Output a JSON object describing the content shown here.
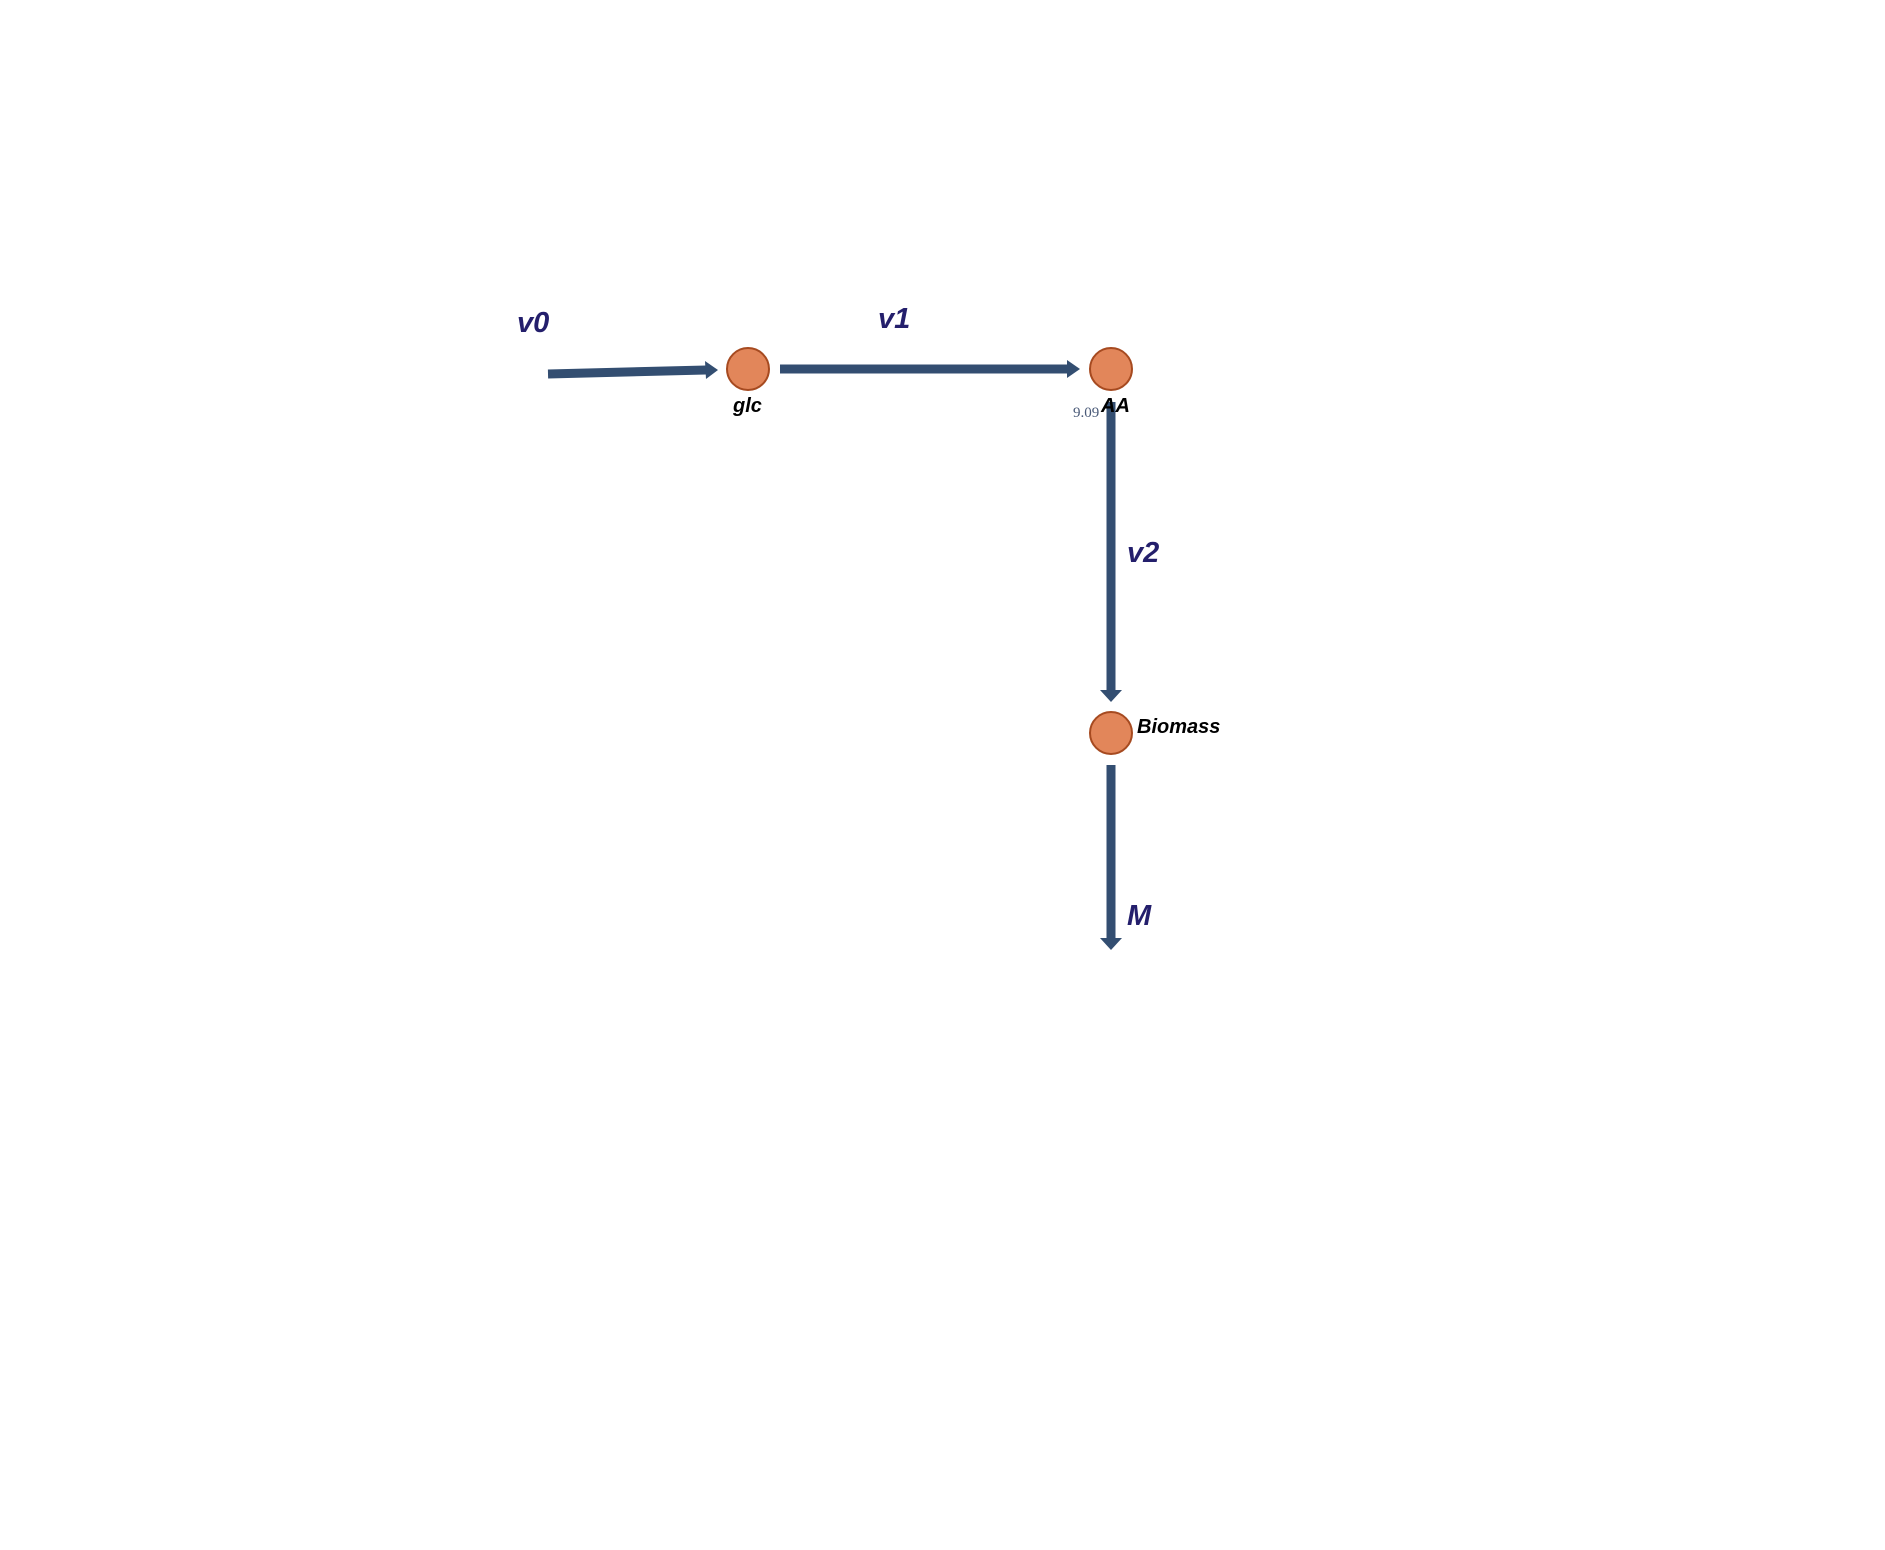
{
  "colors": {
    "reaction_stroke": "#334E71",
    "node_fill": "#E2865A",
    "node_stroke": "#A64A20",
    "reaction_label": "#241F6C",
    "metabolite_label": "#000000",
    "value_text": "#4A5A78",
    "background": "#FFFFFF"
  },
  "reactions": {
    "v0": {
      "label": "v0"
    },
    "v1": {
      "label": "v1"
    },
    "v2": {
      "label": "v2"
    },
    "M": {
      "label": "M"
    }
  },
  "metabolites": {
    "glc": {
      "label": "glc"
    },
    "AA": {
      "label": "AA"
    },
    "Biomass": {
      "label": "Biomass"
    }
  },
  "annotations": {
    "aa_value": "9.09"
  }
}
